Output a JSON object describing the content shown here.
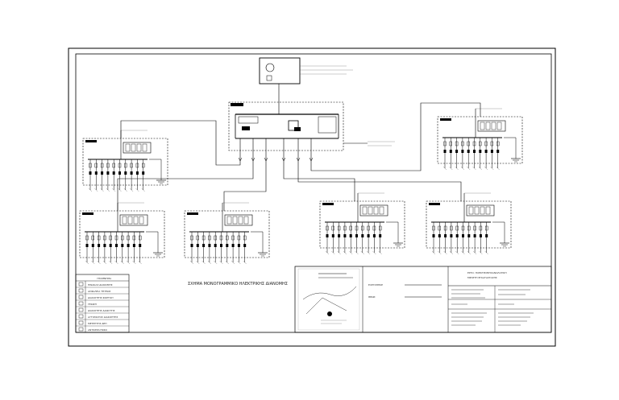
{
  "drawing": {
    "note_text": "ΣΧΗΜΑ ΜΟΝΟΓΡΑΜΜΙΚΟ ΗΛΕΚΤΡΙΚΗΣ ΔΙΑΝΟΜΗΣ",
    "title_block": {
      "check_label": "ΕΛΕΓΧΘΗΚΕ",
      "approve_label": "ΘΕΩΡ.",
      "project_lines": [
        "ΕΡΓΟ: ΗΛΕΚΤΡΟΜΗΧΑΝΟΛΟΓΙΚΗ",
        "ΜΕΛΕΤΗ ΕΓΚΑΤΑΣΤΑΣΗΣ"
      ]
    },
    "legend": {
      "title": "ΥΠΟΜΝΗΜΑ",
      "items": [
        "ΠΙΝΑΚΑΣ ΔΙΑΝΟΜΗΣ",
        "ΑΣΦΑΛΕΙΑ ΤΗΞΕΩΣ",
        "ΔΙΑΚΟΠΤΗΣ ΦΟΡΤΙΟΥ",
        "ΓΕΙΩΣΗ",
        "ΔΙΑΚΟΠΤΗΣ ΔΙΑΦΥΓΗΣ",
        "ΑΥΤΟΜΑΤΟΣ ΔΙΑΚΟΠΤΗΣ",
        "ΜΕΤΡΗΤΗΣ ΔΕΗ",
        "ΑΝΤΙΚΕΡΑΥΝΙΚΟ"
      ]
    }
  }
}
